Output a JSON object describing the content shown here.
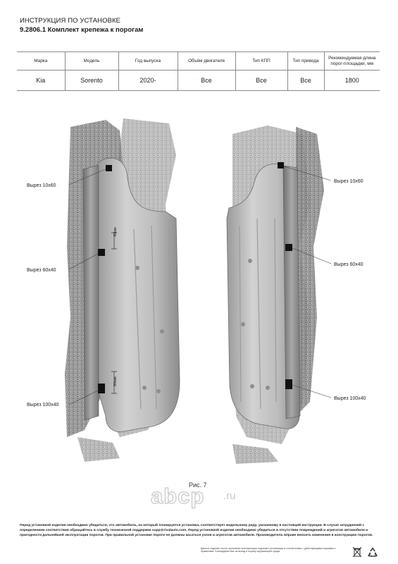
{
  "header": {
    "title": "ИНСТРУКЦИЯ ПО УСТАНОВКЕ",
    "subtitle": "9.2806.1 Комплект крепежа к порогам"
  },
  "spec_table": {
    "columns": [
      "Марка",
      "Модель",
      "Год выпуска",
      "Объём двигателя",
      "Тип КПП",
      "Тип привода",
      "Рекомендуемая длина порог-площадки, мм"
    ],
    "row": [
      "Kia",
      "Sorento",
      "2020-",
      "Все",
      "Все",
      "Все",
      "1800"
    ]
  },
  "figure": {
    "left_callouts": {
      "cut_top": "Вырез 10x60",
      "cut_mid": "Вырез 60x40",
      "cut_bottom": "Вырез 100x40"
    },
    "right_callouts": {
      "cut_top": "Вырез 10x60",
      "cut_mid": "Вырез 60x40",
      "cut_bottom": "Вырез 100x40"
    },
    "dims": {
      "dim_40": "40мм",
      "dim_80": "80мм"
    },
    "caption": "Рис. 7"
  },
  "logo": {
    "name": "abcp",
    "suffix": ".ru"
  },
  "footer": {
    "notice": "Перед установкой изделия необходимо убедиться, что автомобиль, на который планируется установка, соответствует модельному ряду, указанному в настоящей инструкции. В случае затруднений с определением соответствия обращайтесь в службу технической поддержки supp@rivalauto.com. Перед установкой изделия необходимо убедиться в отсутствии повреждений и агрегатов автомобиля и пригодности дальнейшей эксплуатации порогов. При правильной установке пороги не должны касаться узлов и агрегатов автомобиля. Производитель вправе вносить изменения в конструкцию порогов.",
    "eco_note": "Данное изделие после окончания эксплуатации подлежит утилизации в соответствии с действующими нормами и правилами. Благодарим Вас за вклад в охрану окружающей среды"
  }
}
